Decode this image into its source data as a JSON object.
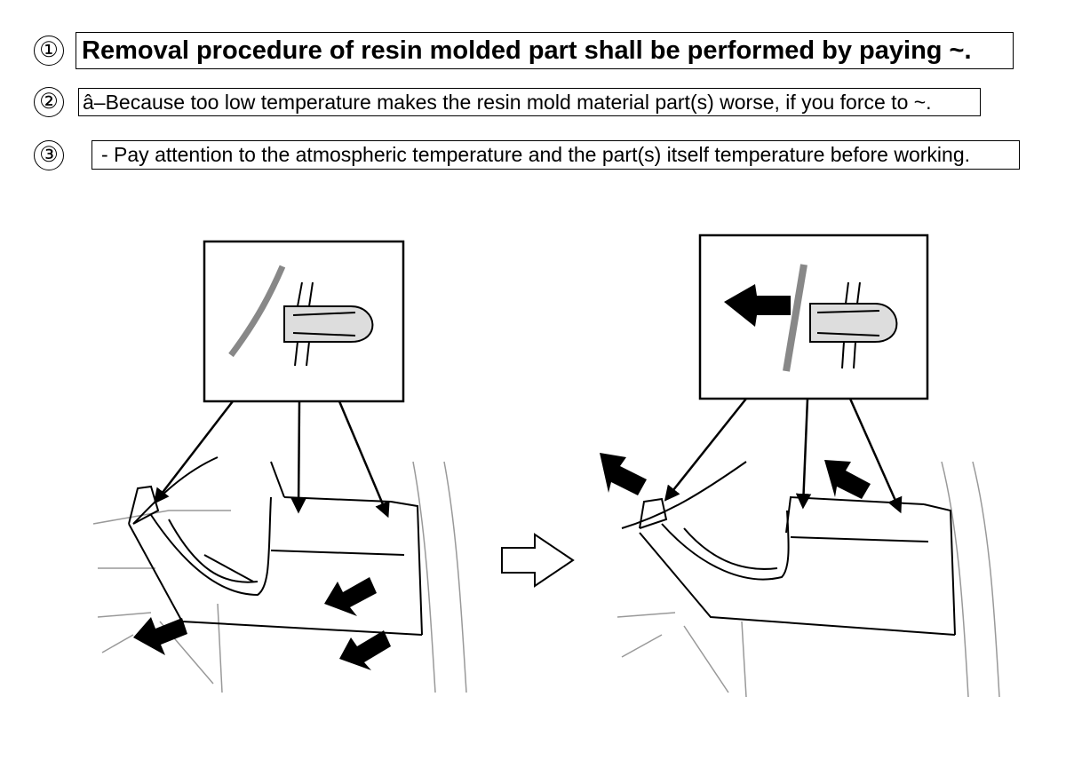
{
  "notes": [
    {
      "number": "①",
      "text": "Removal procedure of resin molded part shall be performed by paying ~."
    },
    {
      "number": "②",
      "text": "â–Because too low temperature makes the resin mold material part(s) worse, if you force to ~."
    },
    {
      "number": "③",
      "text": "- Pay attention to the atmospheric temperature and the part(s) itself temperature before working."
    }
  ]
}
